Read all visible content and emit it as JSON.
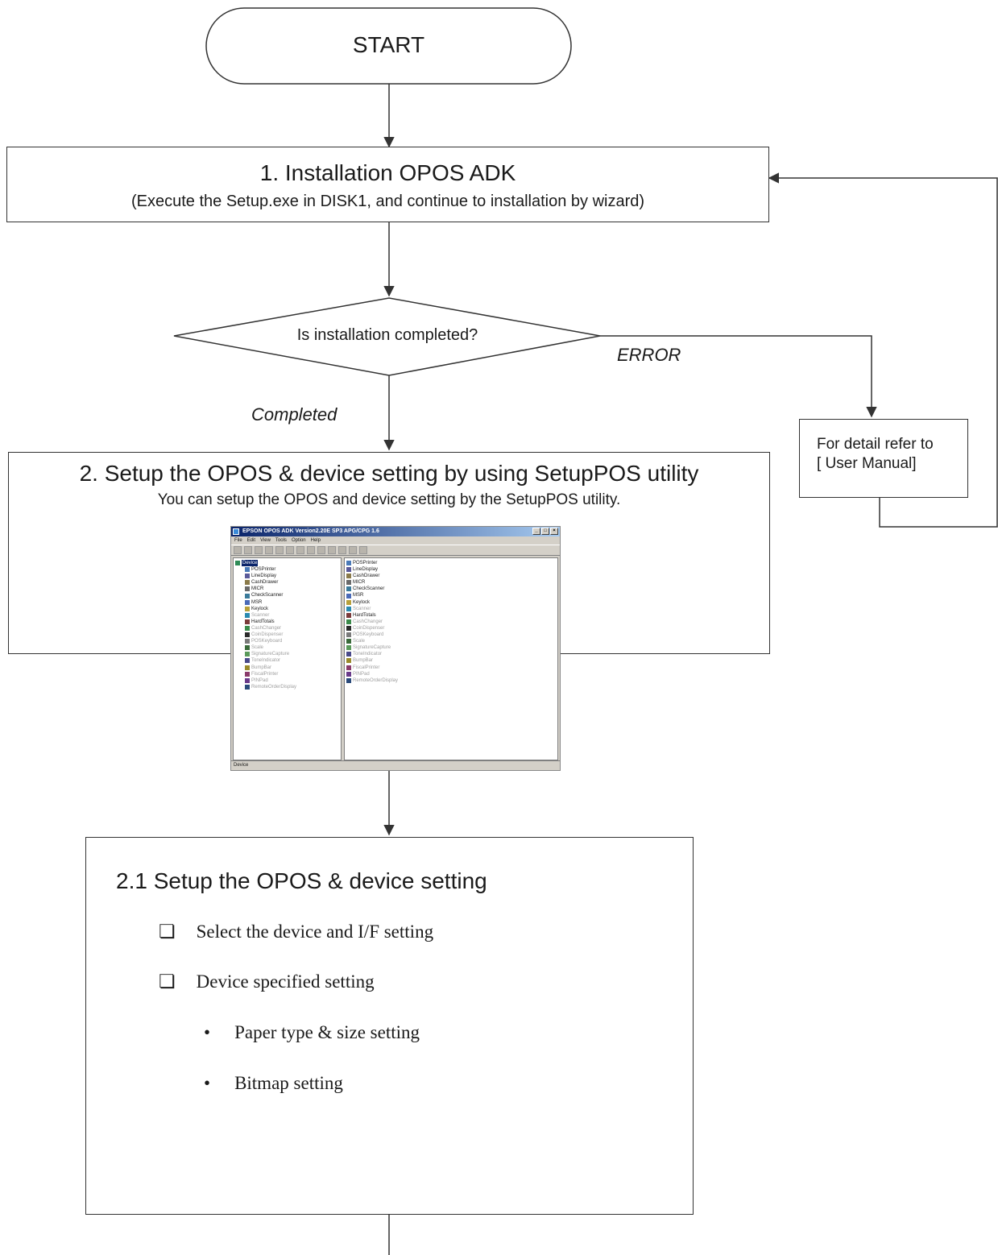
{
  "start": "START",
  "step1": {
    "title": "1. Installation OPOS ADK",
    "desc": "(Execute the Setup.exe in DISK1, and continue to installation by wizard)"
  },
  "decision": {
    "question": "Is installation completed?",
    "yes_label": "Completed",
    "no_label": "ERROR"
  },
  "error_box": {
    "line1": "For detail refer to",
    "line2": "[ User Manual]"
  },
  "step2": {
    "title": "2. Setup the OPOS & device setting by using SetupPOS utility",
    "desc": "You can setup the OPOS and device setting by the SetupPOS utility."
  },
  "screenshot": {
    "window_title": "EPSON OPOS ADK Version2.20E SP3 APG/CPG 1.6",
    "menu": [
      "File",
      "Edit",
      "View",
      "Tools",
      "Option",
      "Help"
    ],
    "root": "Device",
    "devices": [
      {
        "name": "POSPrinter",
        "dim": false
      },
      {
        "name": "LineDisplay",
        "dim": false
      },
      {
        "name": "CashDrawer",
        "dim": false
      },
      {
        "name": "MICR",
        "dim": false
      },
      {
        "name": "CheckScanner",
        "dim": false
      },
      {
        "name": "MSR",
        "dim": false
      },
      {
        "name": "Keylock",
        "dim": false
      },
      {
        "name": "Scanner",
        "dim": true
      },
      {
        "name": "HardTotals",
        "dim": false
      },
      {
        "name": "CashChanger",
        "dim": true
      },
      {
        "name": "CoinDispenser",
        "dim": true
      },
      {
        "name": "POSKeyboard",
        "dim": true
      },
      {
        "name": "Scale",
        "dim": true
      },
      {
        "name": "SignatureCapture",
        "dim": true
      },
      {
        "name": "ToneIndicator",
        "dim": true
      },
      {
        "name": "BumpBar",
        "dim": true
      },
      {
        "name": "FiscalPrinter",
        "dim": true
      },
      {
        "name": "PINPad",
        "dim": true
      },
      {
        "name": "RemoteOrderDisplay",
        "dim": true
      }
    ],
    "status": "Device"
  },
  "step21": {
    "title": "2.1 Setup the OPOS & device setting",
    "items": [
      "Select the device and I/F setting",
      "Device specified setting"
    ],
    "subitems": [
      "Paper type & size setting",
      "Bitmap setting"
    ]
  }
}
